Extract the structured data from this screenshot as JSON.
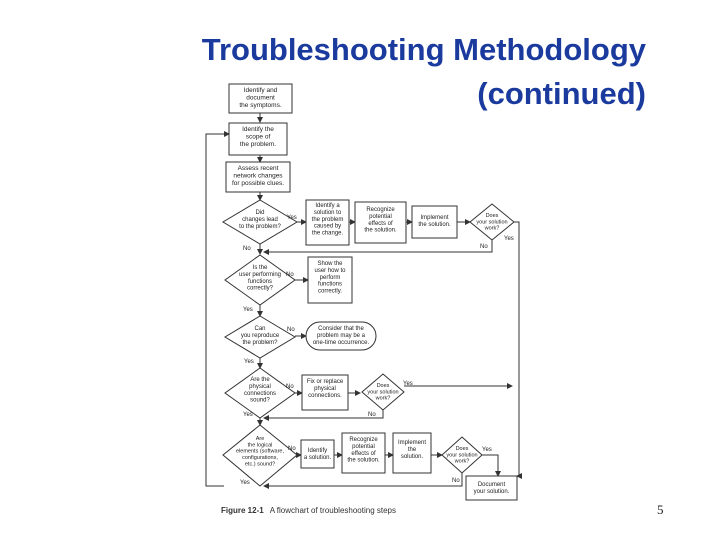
{
  "slide": {
    "title_line1": "Troubleshooting Methodology",
    "title_line2": "(continued)",
    "page_number": "5"
  },
  "figure": {
    "caption_label": "Figure 12-1",
    "caption_text": "A flowchart of troubleshooting steps"
  },
  "flowchart": {
    "nodes": {
      "identify": [
        "Identify and",
        "document",
        "the symptoms."
      ],
      "scope": [
        "Identify the",
        "scope of",
        "the problem."
      ],
      "assess": [
        "Assess recent",
        "network changes",
        "for possible clues."
      ],
      "did_changes": [
        "Did",
        "changes lead",
        "to the problem?"
      ],
      "identify_solution": [
        "Identify a",
        "solution to",
        "the problem",
        "caused by",
        "the change."
      ],
      "recognize1": [
        "Recognize",
        "potential",
        "effects of",
        "the solution."
      ],
      "implement1": [
        "Implement",
        "the solution."
      ],
      "does1": [
        "Does",
        "your solution",
        "work?"
      ],
      "user_correct": [
        "Is the",
        "user performing",
        "functions",
        "correctly?"
      ],
      "show_user": [
        "Show the",
        "user how to",
        "perform",
        "functions",
        "correctly."
      ],
      "reproduce": [
        "Can",
        "you reproduce",
        "the problem?"
      ],
      "one_time": [
        "Consider that the",
        "problem may be a",
        "one-time occurrence."
      ],
      "physical": [
        "Are the",
        "physical",
        "connections",
        "sound?"
      ],
      "fix_physical": [
        "Fix or replace",
        "physical",
        "connections."
      ],
      "does2": [
        "Does",
        "your solution",
        "work?"
      ],
      "logical": [
        "Are",
        "the logical",
        "elements (software,",
        "configurations,",
        "etc.) sound?"
      ],
      "identify_logical": [
        "Identify",
        "a solution."
      ],
      "recognize2": [
        "Recognize",
        "potential",
        "effects of",
        "the solution."
      ],
      "implement2": [
        "Implement",
        "the",
        "solution."
      ],
      "does3": [
        "Does",
        "your solution",
        "work?"
      ],
      "document": [
        "Document",
        "your solution."
      ]
    },
    "labels": {
      "yes": "Yes",
      "no": "No"
    }
  }
}
